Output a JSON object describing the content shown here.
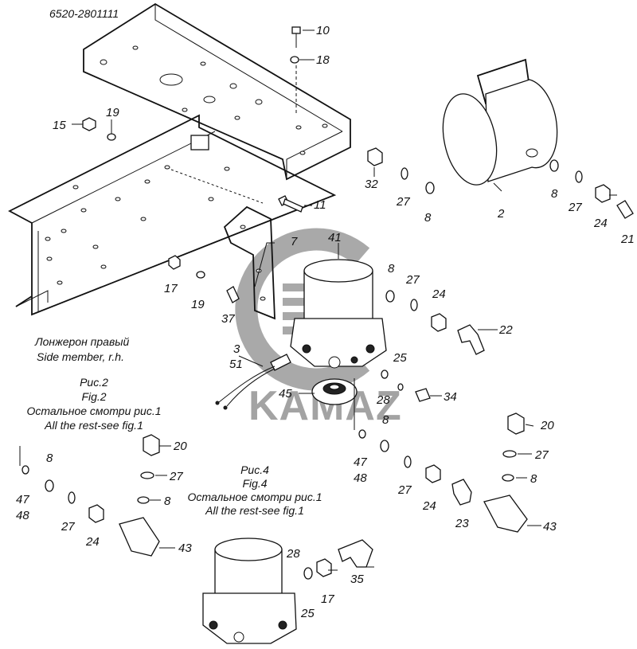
{
  "assembly_code": "6520-2801111",
  "logo": {
    "text": "KAMAZ",
    "color": "#9a9a9a"
  },
  "side_member": {
    "ru": "Лонжерон правый",
    "en": "Side member, r.h."
  },
  "note_fig2": {
    "ru_title": "Рис.2",
    "en_title": "Fig.2",
    "ru_note": "Остальное смотри рис.1",
    "en_note": "All the rest-see fig.1"
  },
  "note_fig4": {
    "ru_title": "Рис.4",
    "en_title": "Fig.4",
    "ru_note": "Остальное смотри рис.1",
    "en_note": "All the rest-see fig.1"
  },
  "callouts": {
    "c10": "10",
    "c18": "18",
    "c15": "15",
    "c19a": "19",
    "c32": "32",
    "c27a": "27",
    "c8a": "8",
    "c2": "2",
    "c8b": "8",
    "c27b": "27",
    "c24a": "24",
    "c21": "21",
    "c11": "11",
    "c41": "41",
    "c7": "7",
    "c17a": "17",
    "c19b": "19",
    "c37": "37",
    "c8c": "8",
    "c27c": "27",
    "c24b": "24",
    "c22": "22",
    "c3": "3",
    "c51": "51",
    "c25a": "25",
    "c45": "45",
    "c28a": "28",
    "c34": "34",
    "c8d": "8",
    "c47a": "47",
    "c48a": "48",
    "c27d": "27",
    "c24c": "24",
    "c20a": "20",
    "c27e": "27",
    "c8e": "8",
    "c23": "23",
    "c43a": "43",
    "c47b": "47",
    "c48b": "48",
    "c8f": "8",
    "c20b": "20",
    "c27f": "27",
    "c8g": "8",
    "c27g": "27",
    "c24d": "24",
    "c43b": "43",
    "c28b": "28",
    "c35": "35",
    "c17b": "17",
    "c25b": "25"
  }
}
